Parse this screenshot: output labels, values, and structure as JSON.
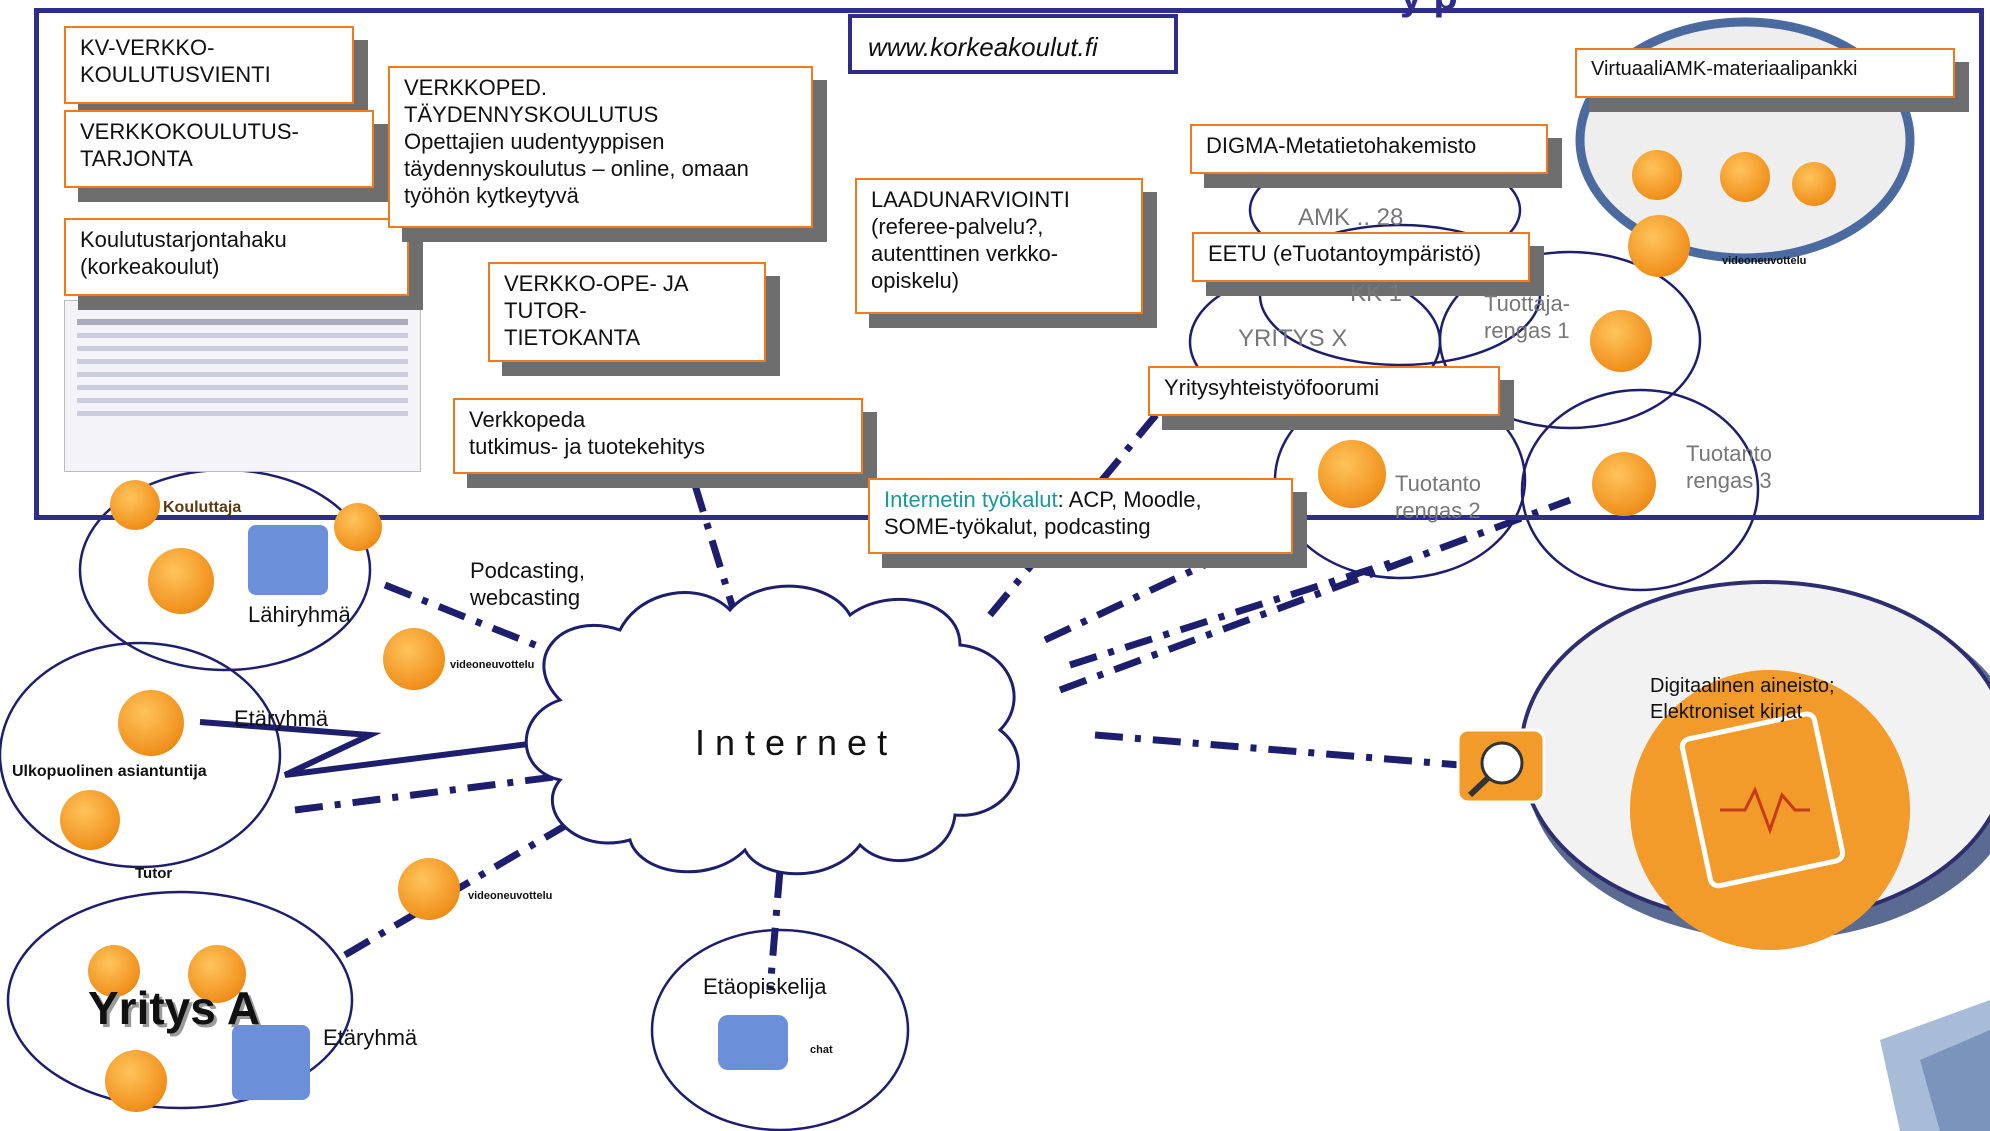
{
  "header": {
    "title_fragment": "y p",
    "url": "www.korkeakoulut.fi"
  },
  "boxes": {
    "kv": [
      "KV-VERKKO-",
      "KOULUTUSVIENTI"
    ],
    "verkkokoulutus": [
      "VERKKOKOULUTUS-",
      "TARJONTA"
    ],
    "haku": [
      "Koulutustarjontahaku",
      "(korkeakoulut)"
    ],
    "verkkoped": [
      "VERKKOPED.",
      "TÄYDENNYSKOULUTUS",
      "Opettajien uudentyyppisen",
      "täydennyskoulutus – online, omaan",
      "työhön kytkeytyvä"
    ],
    "verkkoope": [
      "VERKKO-OPE- JA",
      "TUTOR-",
      "TIETOKANTA"
    ],
    "tutkimus": [
      "Verkkopeda",
      "tutkimus- ja tuotekehitys"
    ],
    "laatu": [
      "LAADUNARVIOINTI",
      "(referee-palvelu?,",
      "autenttinen verkko-",
      "opiskelu)"
    ],
    "digma": "DIGMA-Metatietohakemisto",
    "eetu": "EETU (eTuotantoympäristö)",
    "yritysfoorumi": "Yritysyhteistyöfoorumi",
    "virtuaali": "VirtuaaliAMK-materiaalipankki",
    "internet_tools_highlight": "Internetin työkalut",
    "internet_tools_rest": ": ACP, Moodle,",
    "internet_tools_line2": "SOME-työkalut, podcasting"
  },
  "labels": {
    "amk": "AMK .. 28",
    "kk": "KK 1",
    "yritys_x": "YRITYS X",
    "tuottaja": [
      "Tuottaja-",
      "rengas 1"
    ],
    "tuotanto2": [
      "Tuotanto",
      "rengas 2"
    ],
    "tuotanto3": [
      "Tuotanto",
      "rengas 3"
    ],
    "kouluttaja": "Kouluttaja",
    "lahiryhma": "Lähiryhmä",
    "podcasting": [
      "Podcasting,",
      "webcasting"
    ],
    "videoneuvottelu": "videoneuvottelu",
    "etaryhma1": "Etäryhmä",
    "ulkopuolinen": "Ulkopuolinen asiantuntija",
    "tutor": "Tutor",
    "internet": "Internet",
    "yritys_a": "Yritys A",
    "etaryhma2": "Etäryhmä",
    "etaopiskelija": "Etäopiskelija",
    "chat": "chat",
    "digitaalinen": [
      "Digitaalinen aineisto;",
      "Elektroniset kirjat"
    ]
  },
  "colors": {
    "frame": "#2e2e8a",
    "orange": "#f07a1e",
    "teal_text": "#1a9a9a",
    "line": "#1e1e6e"
  }
}
